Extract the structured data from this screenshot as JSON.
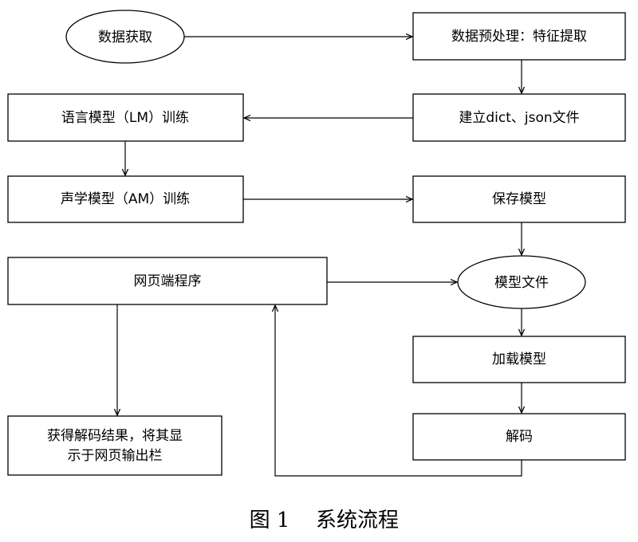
{
  "nodes": {
    "data_acquisition": "数据获取",
    "preprocessing": "数据预处理：特征提取",
    "build_dict": "建立dict、json文件",
    "lm_training": "语言模型（LM）训练",
    "am_training": "声学模型（AM）训练",
    "save_model": "保存模型",
    "web_program": "网页端程序",
    "model_file": "模型文件",
    "load_model": "加载模型",
    "decode": "解码",
    "result_line1": "获得解码结果，将其显",
    "result_line2": "示于网页输出栏"
  },
  "caption": {
    "figure_no": "图 1",
    "title": "系统流程"
  }
}
